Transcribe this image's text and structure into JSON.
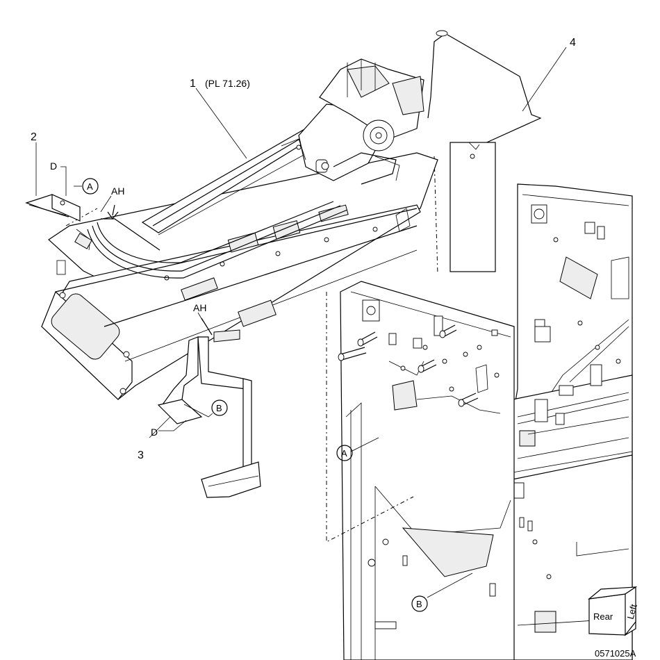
{
  "diagram": {
    "figure_id": "0571025A",
    "parts": [
      {
        "number": "1",
        "reference": "(PL 71.26)"
      },
      {
        "number": "2",
        "reference": ""
      },
      {
        "number": "3",
        "reference": ""
      },
      {
        "number": "4",
        "reference": ""
      }
    ],
    "labels": {
      "ah_top": "AH",
      "ah_bottom": "AH",
      "d_top": "D",
      "d_bottom": "D"
    },
    "callouts": {
      "a_top": "A",
      "b_top": "B",
      "a_bottom": "A",
      "b_bottom": "B"
    },
    "orientation_cube": {
      "front": "Rear",
      "side": "Left"
    }
  }
}
